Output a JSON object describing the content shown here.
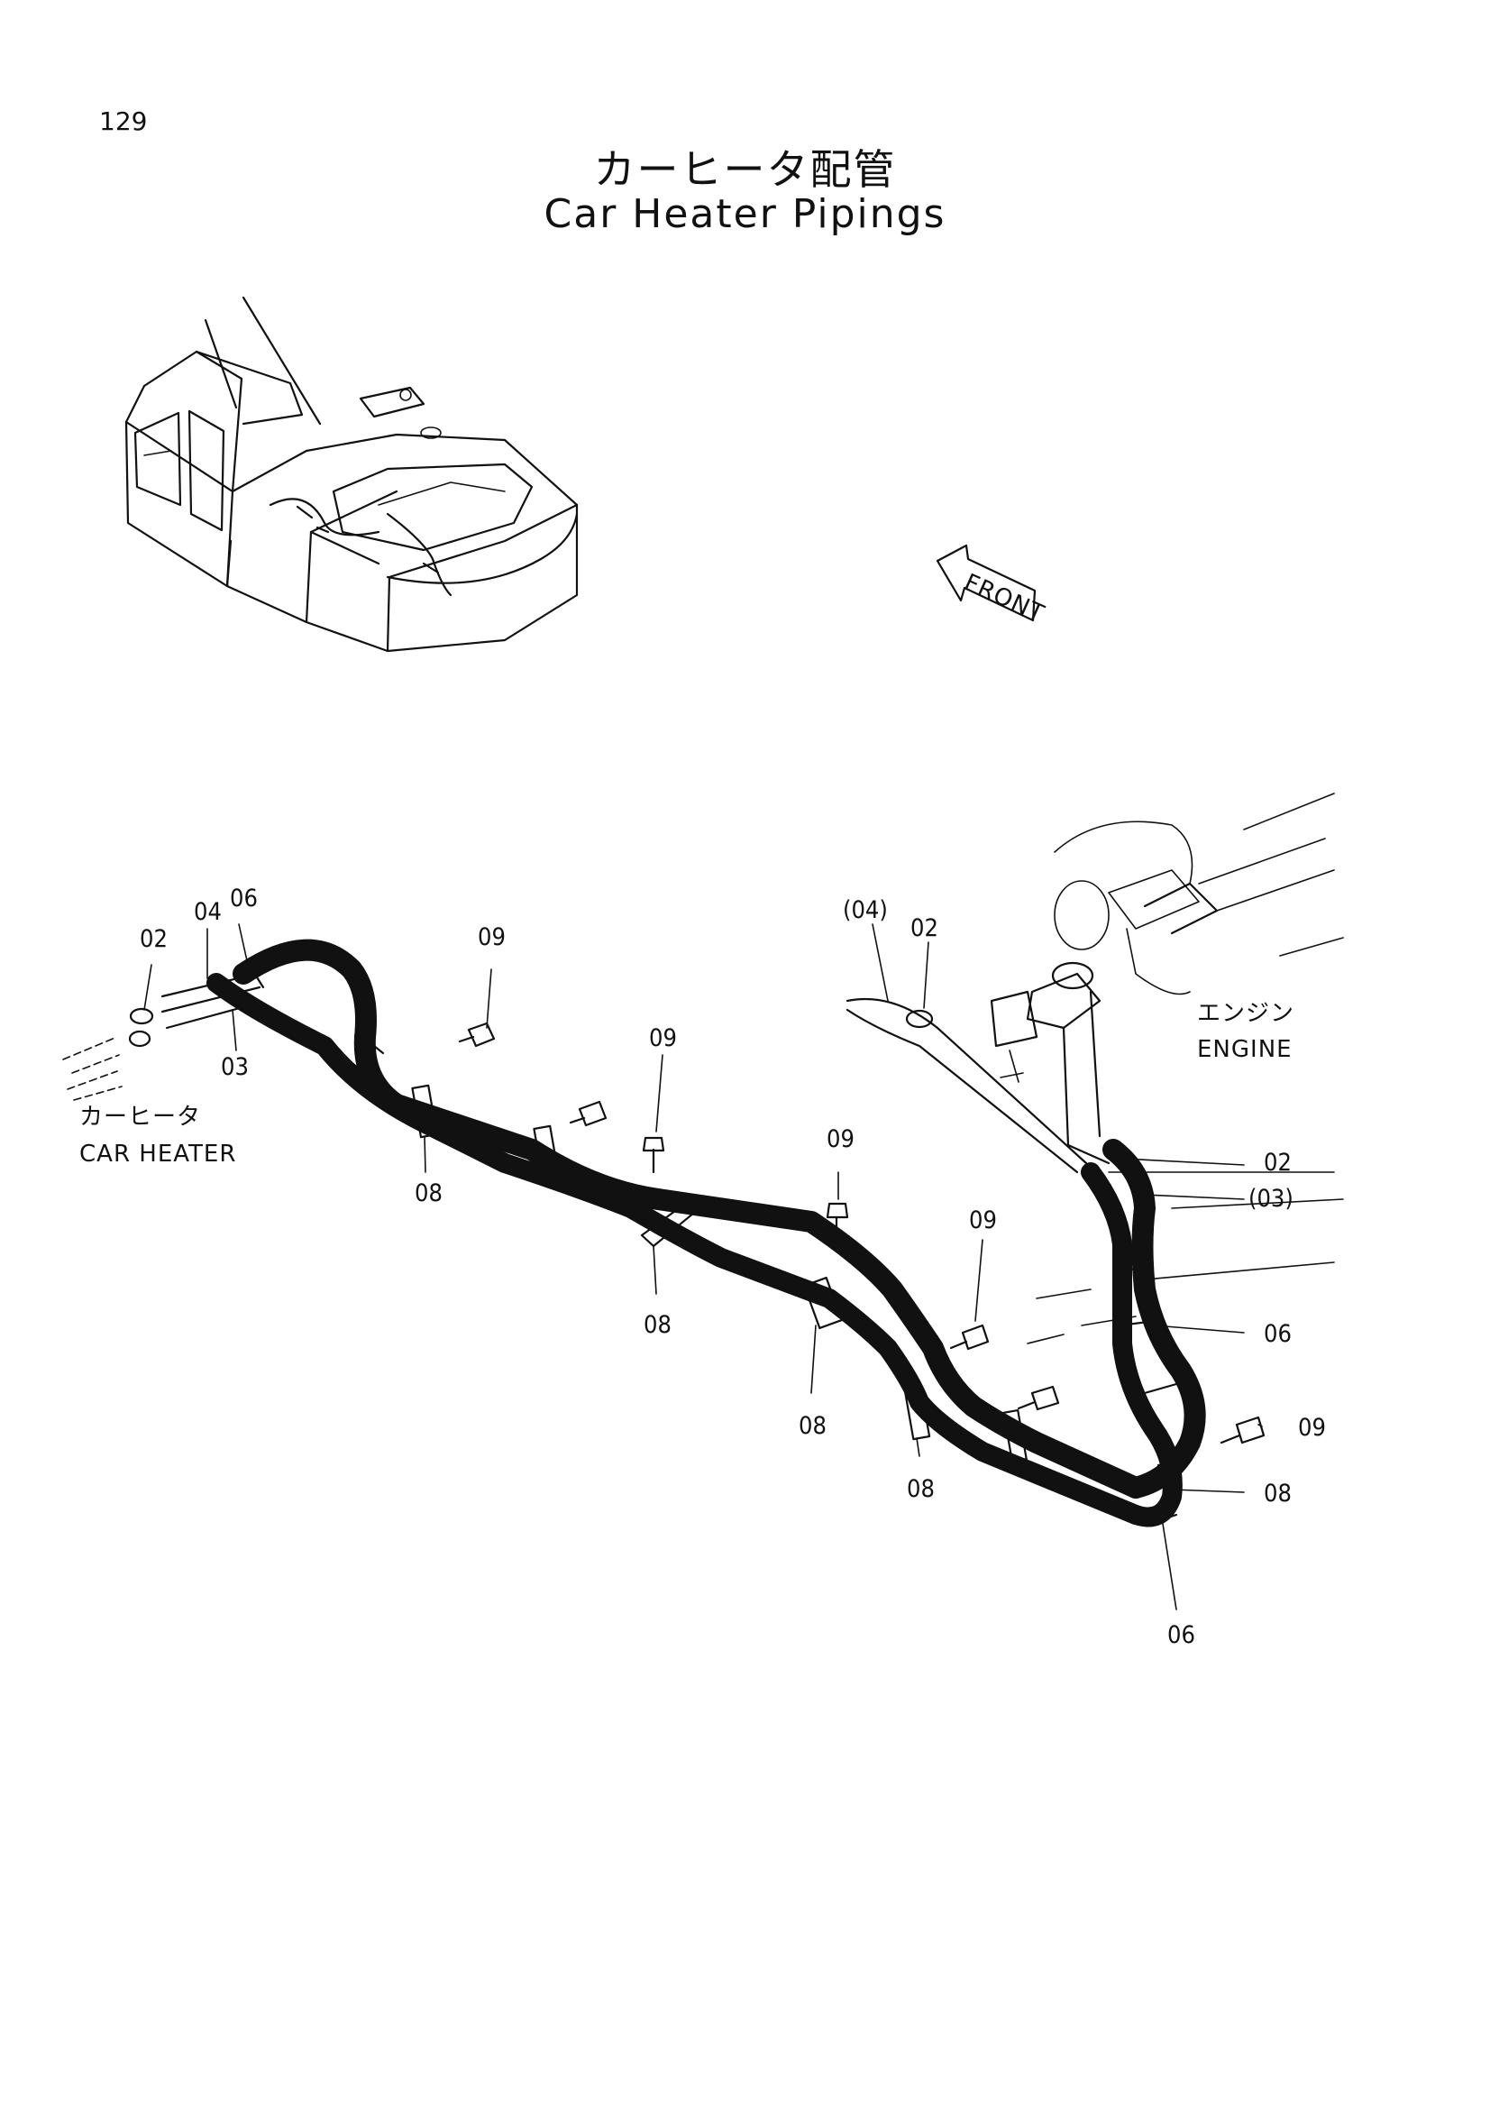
{
  "page_number": "129",
  "title_ja": "カーヒータ配管",
  "title_en": "Car Heater Pipings",
  "front_label": "FRONT",
  "car_heater_ja": "カーヒータ",
  "car_heater_en": "CAR HEATER",
  "engine_ja": "エンジン",
  "engine_en": "ENGINE",
  "callouts": {
    "left_02": "02",
    "left_04": "04",
    "left_06": "06",
    "left_03": "03",
    "bolt_09_a": "09",
    "clamp_08_a": "08",
    "bolt_09_b": "09",
    "clamp_08_b": "08",
    "bolt_09_c": "09",
    "clamp_08_c": "08",
    "bolt_09_d": "09",
    "clamp_08_d": "08",
    "engine_04": "(04)",
    "engine_02": "02",
    "right_02": "02",
    "right_03": "(03)",
    "right_06": "06",
    "right_09": "09",
    "right_08": "08",
    "bottom_06": "06"
  }
}
